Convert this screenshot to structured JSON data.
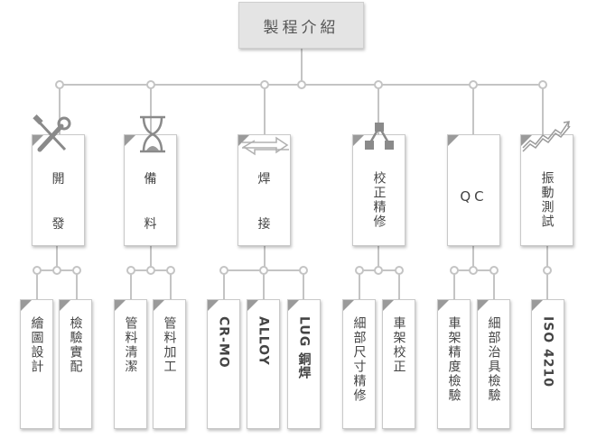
{
  "root": {
    "title": "製程介紹"
  },
  "categories": [
    {
      "key": "dev",
      "label_top": "開",
      "label_bottom": "發",
      "icon": "wrench-screwdriver-icon"
    },
    {
      "key": "prep",
      "label_top": "備",
      "label_bottom": "料",
      "icon": "hourglass-icon"
    },
    {
      "key": "weld",
      "label_top": "焊",
      "label_bottom": "接",
      "icon": "arrows-icon"
    },
    {
      "key": "cal",
      "label": "校正精修",
      "icon": "network-icon"
    },
    {
      "key": "qc",
      "label": "QC",
      "icon": "none"
    },
    {
      "key": "vib",
      "label": "振動測試",
      "icon": "trend-chart-icon"
    }
  ],
  "leaves": {
    "dev": [
      "繪圖設計",
      "檢驗實配"
    ],
    "prep": [
      "管料清潔",
      "管料加工"
    ],
    "weld": [
      "CR-MO",
      "ALLOY",
      "LUG 銅焊"
    ],
    "cal": [
      "細部尺寸精修",
      "車架校正"
    ],
    "qc": [
      "車架精度檢驗",
      "細部治具檢驗"
    ],
    "vib": [
      "ISO 4210"
    ]
  },
  "colors": {
    "line": "#c4c4c4",
    "box_border": "#c9c9c9",
    "corner": "#9a9a9a",
    "root_bg": "#e4e4e4",
    "text": "#444444"
  }
}
